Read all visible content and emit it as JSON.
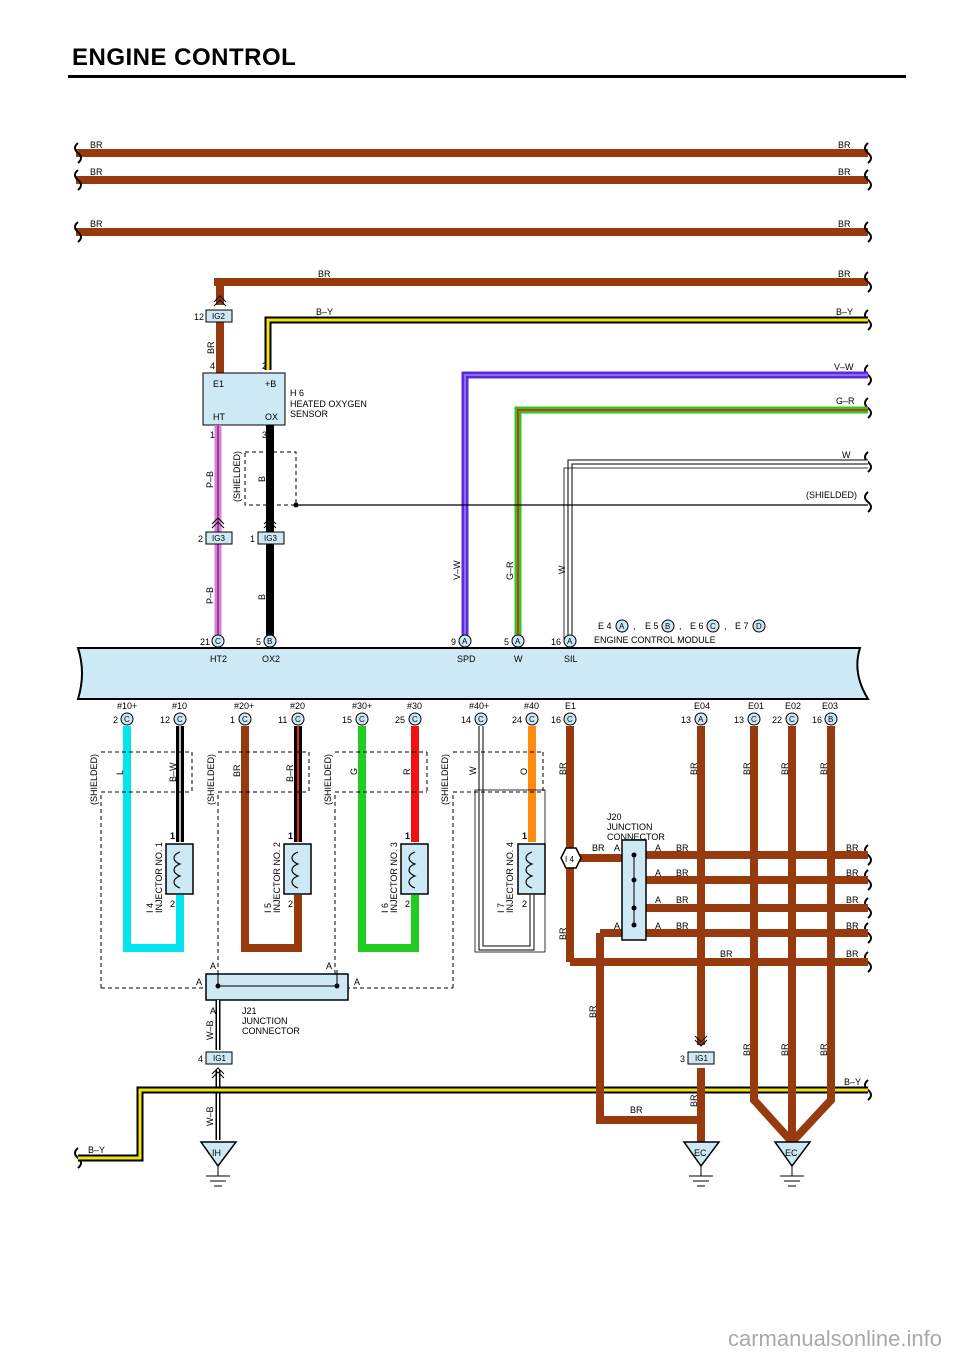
{
  "title": "ENGINE CONTROL",
  "watermark": "carmanualsonline.info",
  "top_wires": {
    "br": "BR",
    "by": "B–Y",
    "vw": "V–W",
    "gr": "G–R",
    "w": "W",
    "shielded": "(SHIELDED)",
    "pb": "P–B",
    "b": "B"
  },
  "connectors": {
    "ig2": "IG2",
    "ig3": "IG3",
    "ig1": "IG1",
    "c": "C",
    "b": "B",
    "a": "A",
    "d": "D",
    "i4": "I 4"
  },
  "pins": {
    "p12": "12",
    "p4": "4",
    "p2": "2",
    "p1": "1",
    "p3": "3",
    "p21": "21",
    "p5": "5",
    "p9": "9",
    "p16": "16",
    "p11": "11",
    "p15": "15",
    "p25": "25",
    "p14": "14",
    "p24": "24",
    "p13": "13",
    "p22": "22"
  },
  "sensor": {
    "name": "H 6",
    "line1": "HEATED OXYGEN",
    "line2": "SENSOR",
    "e1": "E1",
    "plusb": "+B",
    "ht": "HT",
    "ox": "OX"
  },
  "ecm": {
    "conn_e4": "E 4",
    "conn_e5": "E 5",
    "conn_e6": "E 6",
    "conn_e7": "E 7",
    "comma": ",",
    "name": "ENGINE CONTROL MODULE",
    "top_terms": [
      "HT2",
      "OX2",
      "SPD",
      "W",
      "SIL"
    ],
    "bottom_terms": [
      "#10+",
      "#10",
      "#20+",
      "#20",
      "#30+",
      "#30",
      "#40+",
      "#40",
      "E1",
      "E04",
      "E01",
      "E02",
      "E03"
    ]
  },
  "injectors": [
    {
      "code": "I 4",
      "name": "INJECTOR NO. 1",
      "w1": "L",
      "w2": "B–W"
    },
    {
      "code": "I 5",
      "name": "INJECTOR NO. 2",
      "w1": "BR",
      "w2": "B–R"
    },
    {
      "code": "I 6",
      "name": "INJECTOR NO. 3",
      "w1": "G",
      "w2": "R"
    },
    {
      "code": "I 7",
      "name": "INJECTOR NO. 4",
      "w1": "W",
      "w2": "O"
    }
  ],
  "j20": {
    "code": "J20",
    "line1": "JUNCTION",
    "line2": "CONNECTOR"
  },
  "j21": {
    "code": "J21",
    "line1": "JUNCTION",
    "line2": "CONNECTOR"
  },
  "wb": "W–B",
  "grounds": {
    "ih": "IH",
    "ec1": "EC",
    "ec2": "EC"
  }
}
